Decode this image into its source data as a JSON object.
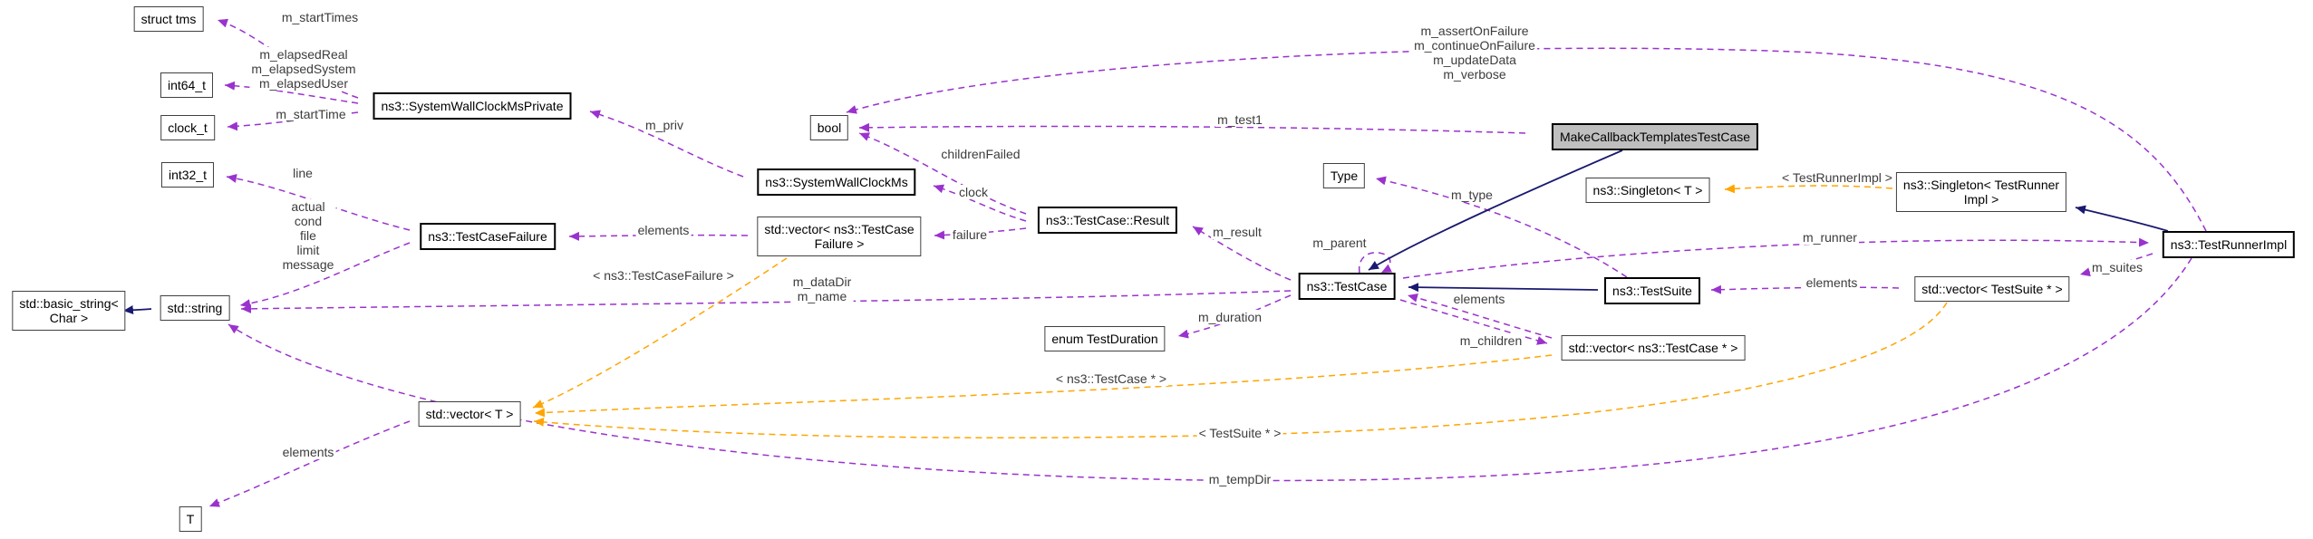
{
  "diagram": {
    "type": "doxygen-collaboration-graph",
    "main_node": "MakeCallbackTemplatesTestCase",
    "colors": {
      "usage_edge": "#9A32CD",
      "template_edge": "#FFA500",
      "inheritance_edge": "#191970",
      "main_node_fill": "#BFBFBF",
      "node_border": "#000000",
      "background": "#FFFFFF"
    }
  },
  "nodes": {
    "struct_tms": {
      "label": "struct tms"
    },
    "int64_t": {
      "label": "int64_t"
    },
    "clock_t": {
      "label": "clock_t"
    },
    "int32_t": {
      "label": "int32_t"
    },
    "system_wall_clock_ms_private": {
      "label": "ns3::SystemWallClockMsPrivate"
    },
    "test_case_failure": {
      "label": "ns3::TestCaseFailure"
    },
    "basic_string": {
      "label": "std::basic_string<\nChar >"
    },
    "std_string": {
      "label": "std::string"
    },
    "system_wall_clock_ms": {
      "label": "ns3::SystemWallClockMs"
    },
    "vector_test_case_failure": {
      "label": "std::vector< ns3::TestCase\nFailure >"
    },
    "bool": {
      "label": "bool"
    },
    "test_case_result": {
      "label": "ns3::TestCase::Result"
    },
    "enum_test_duration": {
      "label": "enum TestDuration"
    },
    "vector_t": {
      "label": "std::vector< T >"
    },
    "t": {
      "label": "T"
    },
    "test_case": {
      "label": "ns3::TestCase"
    },
    "type": {
      "label": "Type"
    },
    "main": {
      "label": "MakeCallbackTemplatesTestCase"
    },
    "singleton_t": {
      "label": "ns3::Singleton< T >"
    },
    "singleton_test_runner_impl": {
      "label": "ns3::Singleton< TestRunner\nImpl >"
    },
    "test_suite": {
      "label": "ns3::TestSuite"
    },
    "vector_test_case_ptr": {
      "label": "std::vector< ns3::TestCase * >"
    },
    "vector_test_suite_ptr": {
      "label": "std::vector< TestSuite * >"
    },
    "test_runner_impl": {
      "label": "ns3::TestRunnerImpl"
    }
  },
  "edge_labels": {
    "m_startTimes": "m_startTimes",
    "m_elapsed": "m_elapsedReal\nm_elapsedSystem\nm_elapsedUser",
    "m_startTime": "m_startTime",
    "m_priv": "m_priv",
    "line": "line",
    "failure_members": "actual\ncond\nfile\nlimit\nmessage",
    "elements_failure": "elements",
    "tpl_test_case_failure": "< ns3::TestCaseFailure >",
    "childrenFailed": "childrenFailed",
    "clock": "clock",
    "failure": "failure",
    "m_result": "m_result",
    "m_dataDir_m_name": "m_dataDir\nm_name",
    "m_duration": "m_duration",
    "m_parent": "m_parent",
    "m_test1": "m_test1",
    "runner_flags": "m_assertOnFailure\nm_continueOnFailure\nm_updateData\nm_verbose",
    "m_type": "m_type",
    "tpl_test_runner_impl": "< TestRunnerImpl >",
    "m_runner": "m_runner",
    "elements_test_case": "elements",
    "m_children": "m_children",
    "elements_test_suite": "elements",
    "m_suites": "m_suites",
    "tpl_test_case_ptr": "< ns3::TestCase * >",
    "tpl_test_suite_ptr": "< TestSuite * >",
    "elements_t": "elements",
    "m_tempDir": "m_tempDir"
  }
}
